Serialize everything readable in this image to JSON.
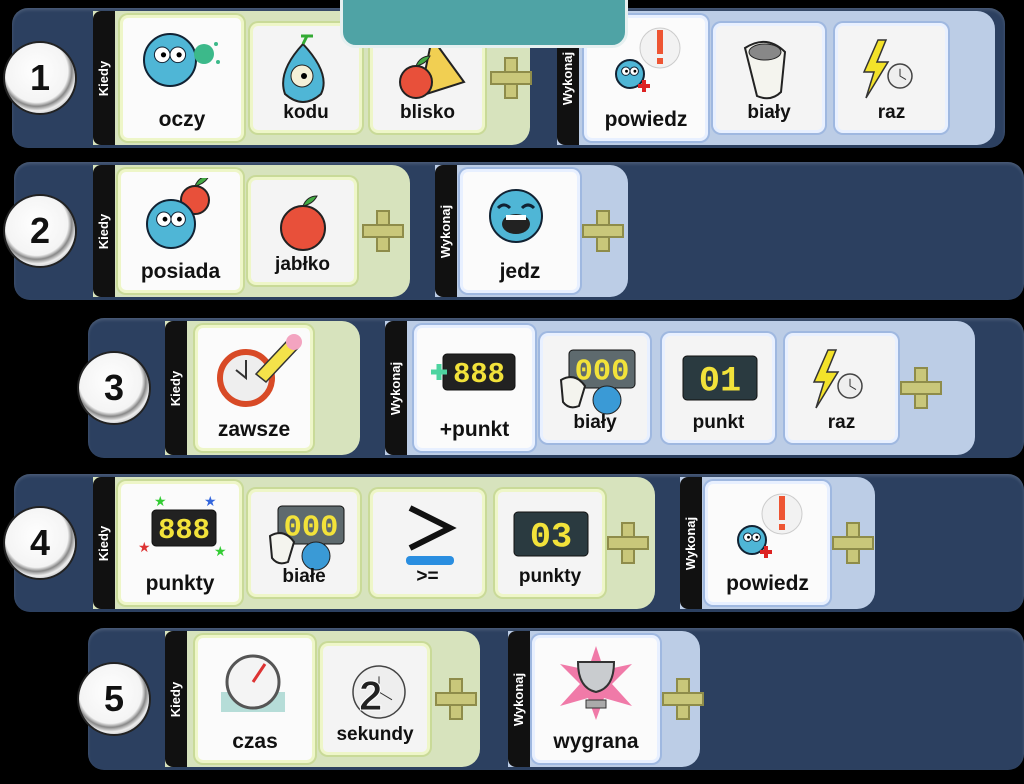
{
  "add_icon": "plus-icon",
  "colors": {
    "bar": "#2c4060",
    "when_panel": "#d7e3bd",
    "do_panel": "#bccde6",
    "overlay": "#4fa3a5"
  },
  "rules": [
    {
      "number": "1",
      "when_label": "Kiedy",
      "do_label": "Wykonaj",
      "when_tiles": [
        {
          "label": "oczy",
          "icon": "eyes-icon"
        },
        {
          "label": "kodu",
          "icon": "kodu-icon"
        },
        {
          "label": "blisko",
          "icon": "near-icon"
        }
      ],
      "do_tiles": [
        {
          "label": "powiedz",
          "icon": "say-icon"
        },
        {
          "label": "biały",
          "icon": "white-paint-icon"
        },
        {
          "label": "raz",
          "icon": "once-icon"
        }
      ]
    },
    {
      "number": "2",
      "when_label": "Kiedy",
      "do_label": "Wykonaj",
      "when_tiles": [
        {
          "label": "posiada",
          "icon": "have-icon"
        },
        {
          "label": "jabłko",
          "icon": "apple-icon"
        }
      ],
      "do_tiles": [
        {
          "label": "jedz",
          "icon": "eat-icon"
        }
      ]
    },
    {
      "number": "3",
      "when_label": "Kiedy",
      "do_label": "Wykonaj",
      "when_tiles": [
        {
          "label": "zawsze",
          "icon": "always-icon"
        }
      ],
      "do_tiles": [
        {
          "label": "+punkt",
          "icon": "add-score-icon",
          "display": "888"
        },
        {
          "label": "biały",
          "icon": "white-score-icon",
          "display": "000"
        },
        {
          "label": "punkt",
          "icon": "score-icon",
          "display": "01"
        },
        {
          "label": "raz",
          "icon": "once-icon"
        }
      ]
    },
    {
      "number": "4",
      "when_label": "Kiedy",
      "do_label": "Wykonaj",
      "when_tiles": [
        {
          "label": "punkty",
          "icon": "scored-icon",
          "display": "888"
        },
        {
          "label": "białe",
          "icon": "white-score-icon",
          "display": "000"
        },
        {
          "label": ">=",
          "icon": "greater-equal-icon"
        },
        {
          "label": "punkty",
          "icon": "score-icon",
          "display": "03"
        }
      ],
      "do_tiles": [
        {
          "label": "powiedz",
          "icon": "say-icon"
        }
      ]
    },
    {
      "number": "5",
      "when_label": "Kiedy",
      "do_label": "Wykonaj",
      "when_tiles": [
        {
          "label": "czas",
          "icon": "timer-icon"
        },
        {
          "label": "sekundy",
          "icon": "seconds-icon",
          "display": "2"
        }
      ],
      "do_tiles": [
        {
          "label": "wygrana",
          "icon": "win-icon"
        }
      ]
    }
  ]
}
